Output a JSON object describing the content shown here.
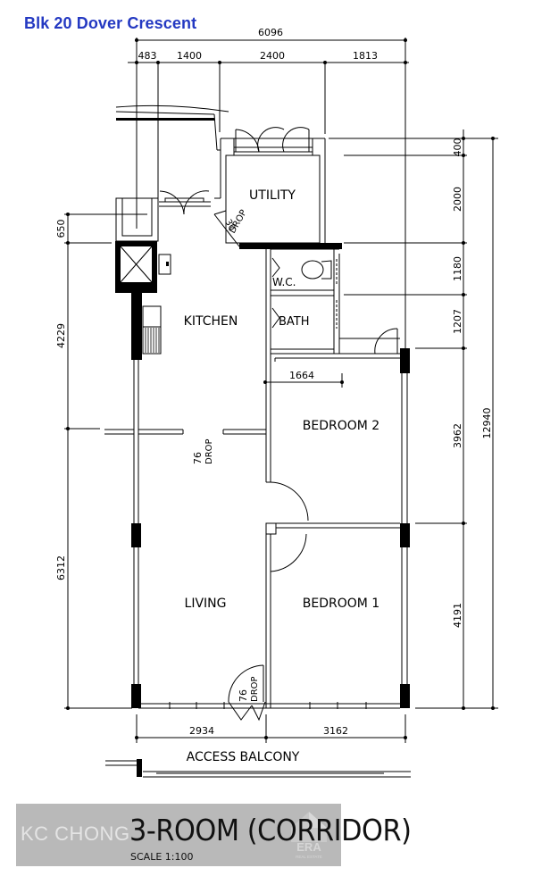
{
  "title": "Blk 20 Dover Crescent",
  "plan": {
    "type_label": "3-ROOM (CORRIDOR)",
    "scale_label": "SCALE 1:100",
    "watermark_name": "KC CHONG",
    "brand": "ERA",
    "brand_sub": "REAL ESTATE"
  },
  "rooms": {
    "utility": "UTILITY",
    "kitchen": "KITCHEN",
    "wc": "W.C.",
    "bath": "BATH",
    "bedroom2": "BEDROOM 2",
    "bedroom1": "BEDROOM 1",
    "living": "LIVING",
    "access_balcony": "ACCESS BALCONY"
  },
  "drops": {
    "utility_drop_value": "30",
    "utility_drop_label": "DROP",
    "kitchen_living_drop_value": "76",
    "kitchen_living_drop_label": "DROP",
    "entrance_drop_value": "76",
    "entrance_drop_label": "DROP"
  },
  "dimensions": {
    "top_total": "6096",
    "top_segments": [
      "483",
      "1400",
      "2400",
      "1813"
    ],
    "right_total": "12940",
    "right_segments": [
      "400",
      "2000",
      "1180",
      "1207",
      "3962",
      "4191"
    ],
    "left_segments": [
      "650",
      "4229",
      "6312"
    ],
    "bottom_segments": [
      "2934",
      "3162"
    ],
    "interior_bedroom2_width": "1664"
  },
  "colors": {
    "title": "#2439c2",
    "walls": "#000000",
    "watermark_bg": "#b9b9b9"
  }
}
